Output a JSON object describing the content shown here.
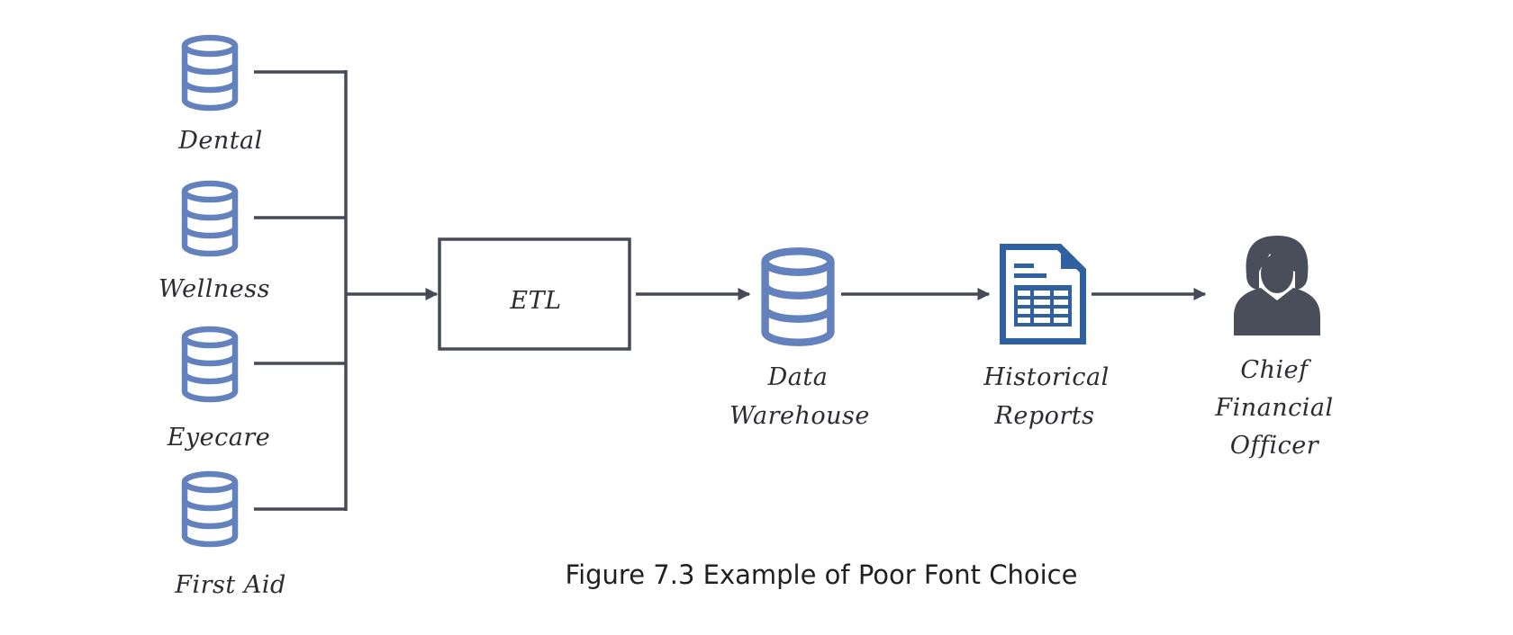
{
  "diagram": {
    "sources": [
      {
        "label": "Dental"
      },
      {
        "label": "Wellness"
      },
      {
        "label": "Eyecare"
      },
      {
        "label": "First Aid"
      }
    ],
    "etl_label": "ETL",
    "warehouse_label_line1": "Data",
    "warehouse_label_line2": "Warehouse",
    "reports_label_line1": "Historical",
    "reports_label_line2": "Reports",
    "officer_label_line1": "Chief",
    "officer_label_line2": "Financial",
    "officer_label_line3": "Officer",
    "caption": "Figure 7.3 Example of Poor Font Choice"
  },
  "colors": {
    "database": "#6381bd",
    "document": "#2f61a2",
    "line": "#474a55",
    "person": "#4a4e5a"
  },
  "icons": {
    "source": "database-icon",
    "warehouse": "database-icon",
    "reports": "spreadsheet-document-icon",
    "officer": "person-icon"
  }
}
